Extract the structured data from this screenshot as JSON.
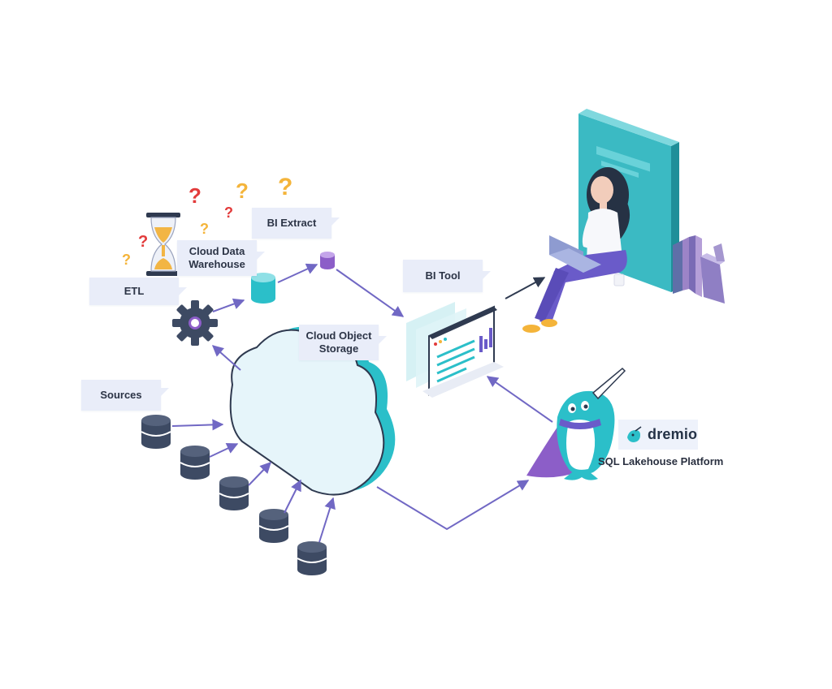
{
  "labels": {
    "sources": "Sources",
    "etl": "ETL",
    "cloud_data_warehouse": "Cloud Data\nWarehouse",
    "bi_extract": "BI Extract",
    "bi_tool": "BI Tool",
    "cloud_object_storage": "Cloud Object\nStorage"
  },
  "brand": {
    "name": "dremio",
    "tagline": "SQL Lakehouse Platform"
  },
  "question_marks": [
    "?",
    "?",
    "?",
    "?",
    "?",
    "?"
  ],
  "colors": {
    "arrow": "#7168c4",
    "database": "#3d4a63",
    "teal": "#2bbfc9",
    "purple": "#8c5ec8",
    "label_bg": "#e9edf9",
    "text_dark": "#2c3446",
    "question_red": "#e23b3b",
    "question_yellow": "#f4b43a"
  }
}
